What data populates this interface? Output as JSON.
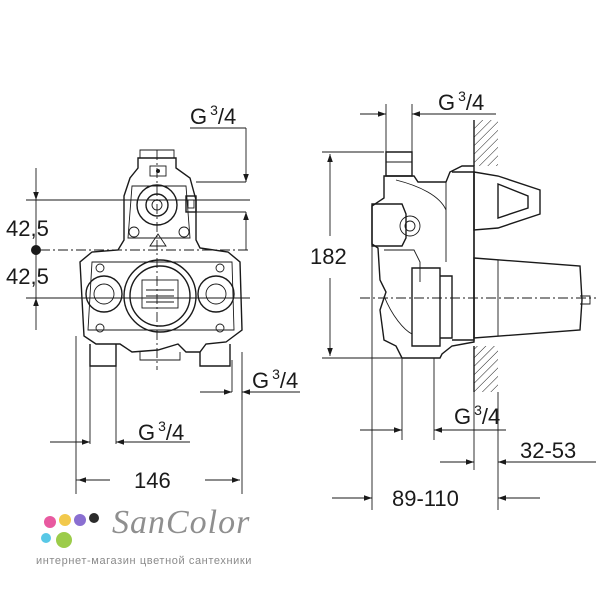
{
  "dimensions": {
    "g_top_front": {
      "g": "G",
      "num": "3",
      "frac": "/4"
    },
    "g_right_front": {
      "g": "G",
      "num": "3",
      "frac": "/4"
    },
    "g_bottom_front": {
      "g": "G",
      "num": "3",
      "frac": "/4"
    },
    "g_top_side": {
      "g": "G",
      "num": "3",
      "frac": "/4"
    },
    "g_bottom_side": {
      "g": "G",
      "num": "3",
      "frac": "/4"
    },
    "upper_offset": "42,5",
    "lower_offset": "42,5",
    "width_front": "146",
    "height_side": "182",
    "depth_range": "89-110",
    "wall_range": "32-53"
  },
  "brand": {
    "name": "SanColor",
    "tagline": "интернет-магазин цветной сантехники",
    "dot_colors": [
      "#e85aa0",
      "#f2c94c",
      "#58c8e6",
      "#9ccc4a",
      "#8a6fd1",
      "#2b2b2b"
    ]
  }
}
